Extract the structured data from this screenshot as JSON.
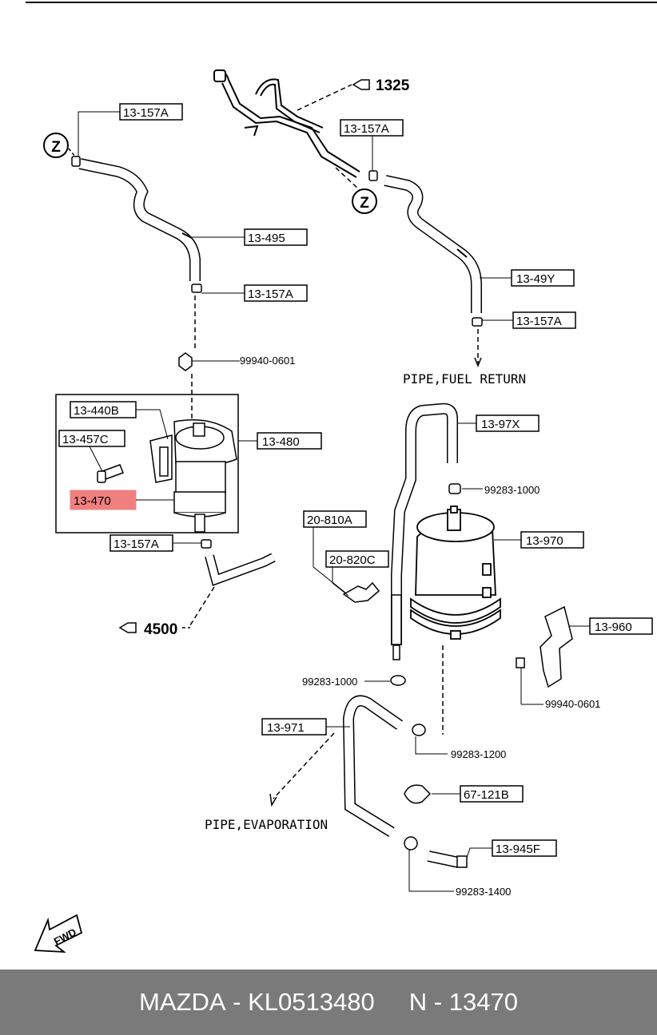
{
  "labels": {
    "p13157A_a": "13-157A",
    "p13157A_b": "13-157A",
    "p13157A_c": "13-157A",
    "p13157A_d": "13-157A",
    "p13157A_e": "13-157A",
    "p13495": "13-495",
    "p1349Y": "13-49Y",
    "p13440B": "13-440B",
    "p13457C": "13-457C",
    "p13470": "13-470",
    "p13480": "13-480",
    "p1397X": "13-97X",
    "p13970": "13-970",
    "p20810A": "20-810A",
    "p20820C": "20-820C",
    "p13960": "13-960",
    "p13971": "13-971",
    "p67121B": "67-121B",
    "p13945F": "13-945F"
  },
  "notes": {
    "n99940_0601_a": "99940-0601",
    "n99283_1000_a": "99283-1000",
    "n99283_1000_b": "99283-1000",
    "n99940_0601_b": "99940-0601",
    "n99283_1200": "99283-1200",
    "n99283_1400": "99283-1400",
    "pipe_fuel_return": "PIPE,FUEL RETURN",
    "pipe_evaporation": "PIPE,EVAPORATION"
  },
  "refs": {
    "r1325": "1325",
    "r4500": "4500",
    "z1": "Z",
    "z2": "Z"
  },
  "fwd": "FWD",
  "highlight_color": "#f08080",
  "footer": {
    "brand": "MAZDA",
    "sep": " - ",
    "part_number": "KL0513480",
    "n_label": "N",
    "n_sep": " - ",
    "n_number": "13470"
  }
}
